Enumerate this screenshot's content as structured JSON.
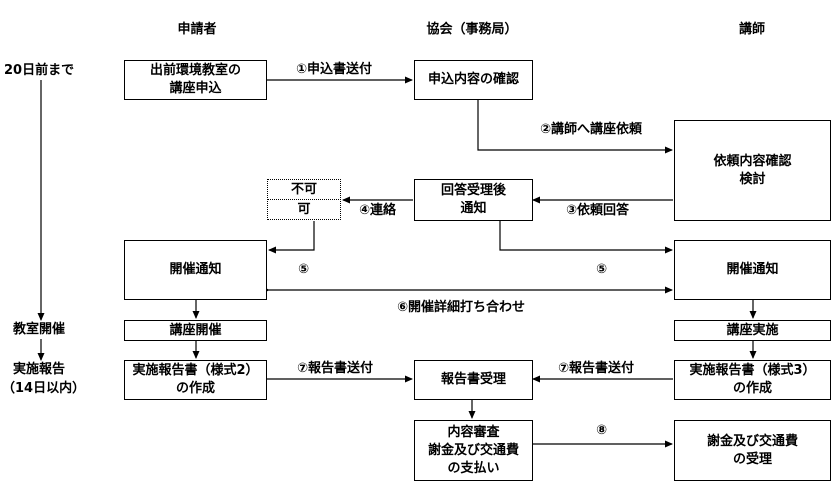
{
  "headers": {
    "applicant": "申請者",
    "association": "協会（事務局）",
    "lecturer": "講師"
  },
  "timeline": {
    "deadline": "20日前まで",
    "event": "教室開催",
    "report": "実施報告",
    "report_deadline": "（14日以内）"
  },
  "boxes": {
    "apply": [
      "出前環境教室の",
      "講座申込"
    ],
    "confirm": "申込内容の確認",
    "review": [
      "依頼内容確認",
      "検討"
    ],
    "notify": [
      "回答受理後",
      "通知"
    ],
    "not_ok": "不可",
    "ok": "可",
    "applicant_notice": "開催通知",
    "lecturer_notice": "開催通知",
    "applicant_hold": "講座開催",
    "lecturer_hold": "講座実施",
    "applicant_report": [
      "実施報告書（様式2）",
      "の作成"
    ],
    "receive_report": "報告書受理",
    "audit": [
      "内容審査",
      "謝金及び交通費",
      "の支払い"
    ],
    "lecturer_report": [
      "実施報告書（様式3）",
      "の作成"
    ],
    "payment_receipt": [
      "謝金及び交通費",
      "の受理"
    ]
  },
  "steps": {
    "s1": "①申込書送付",
    "s2": "②講師へ講座依頼",
    "s3": "③依頼回答",
    "s4": "④連絡",
    "s5a": "⑤",
    "s5b": "⑤",
    "s6": "⑥開催詳細打ち合わせ",
    "s7a": "⑦報告書送付",
    "s7b": "⑦報告書送付",
    "s8": "⑧"
  }
}
